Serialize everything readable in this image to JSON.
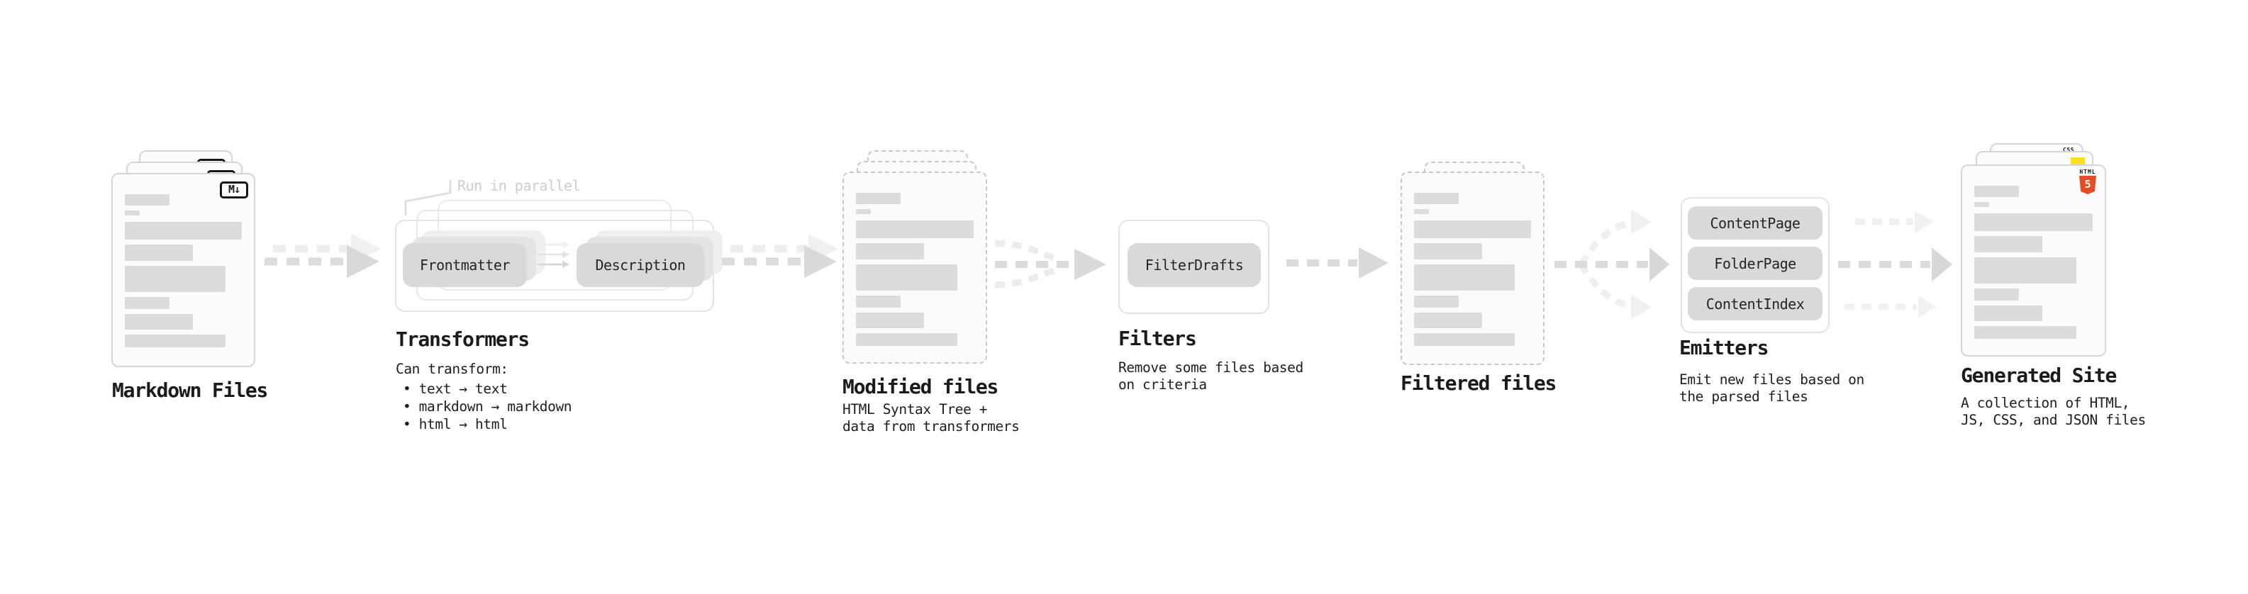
{
  "stages": {
    "markdown_files": {
      "title": "Markdown Files",
      "icon_label": "M↓"
    },
    "transformers": {
      "title": "Transformers",
      "annotation": "Run in parallel",
      "node_a": "Frontmatter",
      "node_b": "Description",
      "desc_heading": "Can transform:",
      "bullets": [
        "• text → text",
        "• markdown → markdown",
        "• html → html"
      ]
    },
    "modified_files": {
      "title": "Modified files",
      "desc_lines": [
        "HTML Syntax Tree +",
        "data from transformers"
      ]
    },
    "filters": {
      "title": "Filters",
      "node": "FilterDrafts",
      "desc_lines": [
        "Remove some files based",
        "on criteria"
      ]
    },
    "filtered_files": {
      "title": "Filtered files"
    },
    "emitters": {
      "title": "Emitters",
      "nodes": [
        "ContentPage",
        "FolderPage",
        "ContentIndex"
      ],
      "desc_lines": [
        "Emit new files based on",
        "the parsed files"
      ]
    },
    "generated_site": {
      "title": "Generated Site",
      "desc_lines": [
        "A collection of HTML,",
        "JS, CSS, and JSON files"
      ],
      "icons": {
        "html_label": "HTML",
        "html_number": "5",
        "css_label": "CSS"
      }
    }
  },
  "colors": {
    "html5_orange": "#e44d26",
    "js_yellow": "#ffdf1e",
    "css_blue": "#2d68f0",
    "node_fill": "#d9d9d9",
    "arrow_dark": "#dcdcdc",
    "arrow_light": "#eeeeee"
  }
}
